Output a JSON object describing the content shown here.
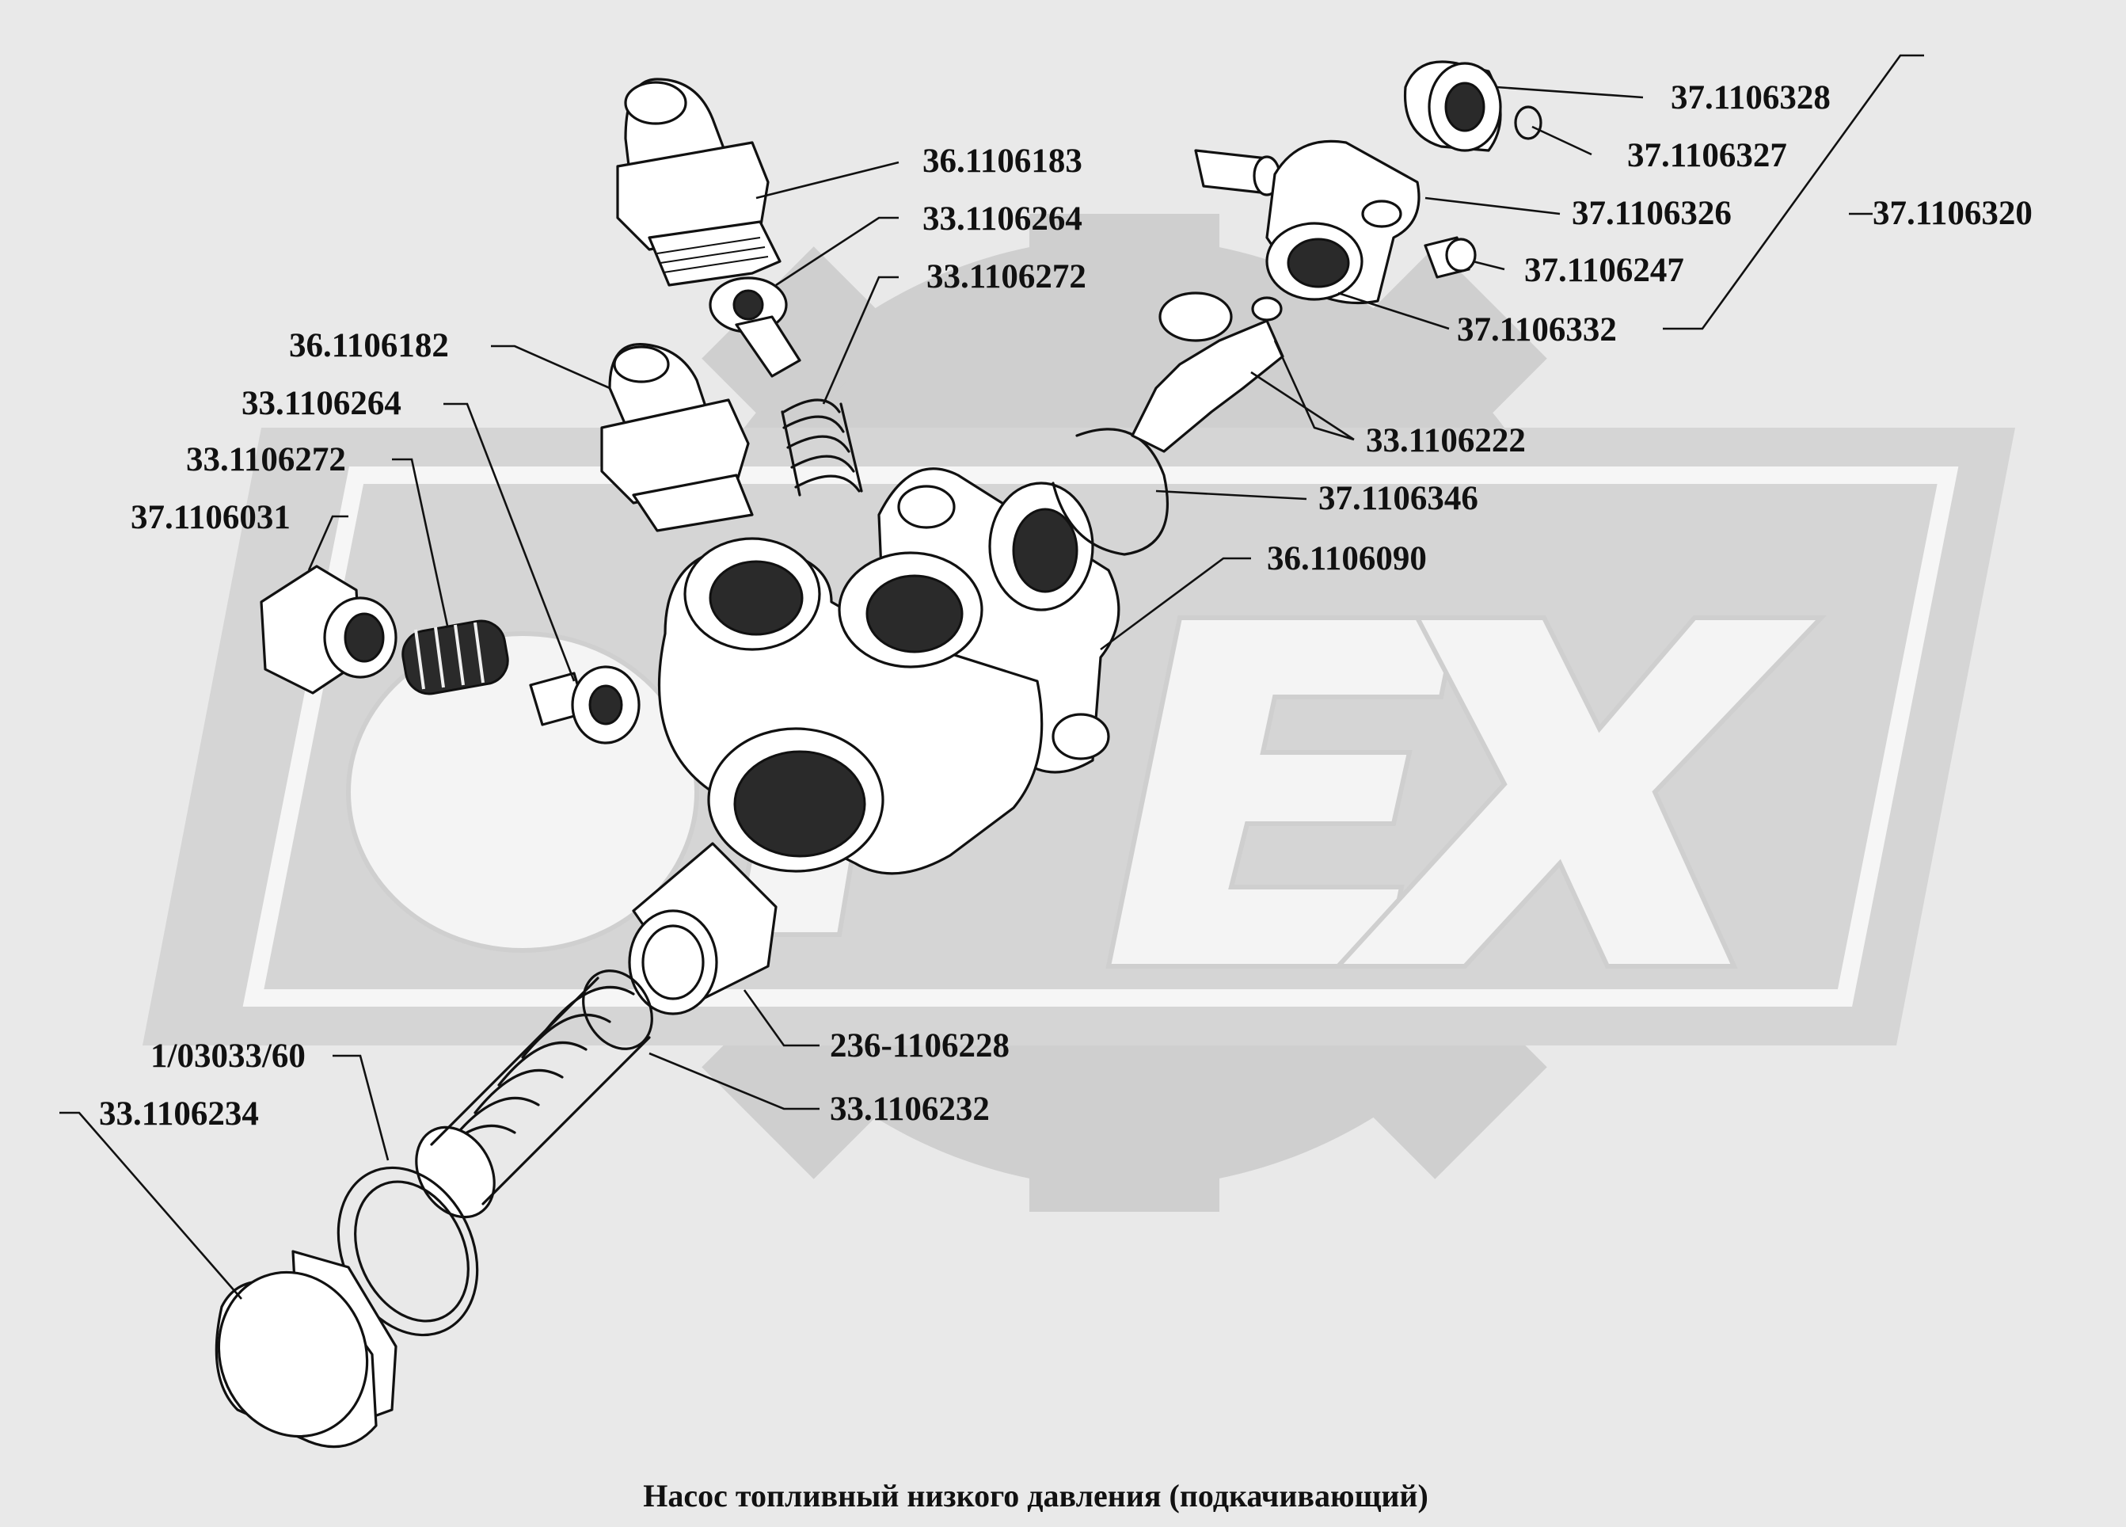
{
  "title": "Насос топливный низкого давления (подкачивающий)",
  "watermark": {
    "letters": [
      "O",
      "P",
      "E",
      "X"
    ],
    "color": "#cfcfcf"
  },
  "colors": {
    "background": "#e9e9e9",
    "ink": "#111111",
    "watermark": "#cfcfcf"
  },
  "parts": [
    {
      "id": "p1",
      "number": "36.1106183"
    },
    {
      "id": "p2",
      "number": "33.1106264"
    },
    {
      "id": "p3",
      "number": "33.1106272"
    },
    {
      "id": "p4",
      "number": "36.1106182"
    },
    {
      "id": "p5",
      "number": "33.1106264"
    },
    {
      "id": "p6",
      "number": "33.1106272"
    },
    {
      "id": "p7",
      "number": "37.1106031"
    },
    {
      "id": "p8",
      "number": "37.1106328"
    },
    {
      "id": "p9",
      "number": "37.1106327"
    },
    {
      "id": "p10",
      "number": "37.1106326"
    },
    {
      "id": "p11",
      "number": "37.1106320"
    },
    {
      "id": "p12",
      "number": "37.1106247"
    },
    {
      "id": "p13",
      "number": "37.1106332"
    },
    {
      "id": "p14",
      "number": "33.1106222"
    },
    {
      "id": "p15",
      "number": "37.1106346"
    },
    {
      "id": "p16",
      "number": "36.1106090"
    },
    {
      "id": "p17",
      "number": "236-1106228"
    },
    {
      "id": "p18",
      "number": "33.1106232"
    },
    {
      "id": "p19",
      "number": "1/03033/60"
    },
    {
      "id": "p20",
      "number": "33.1106234"
    }
  ]
}
